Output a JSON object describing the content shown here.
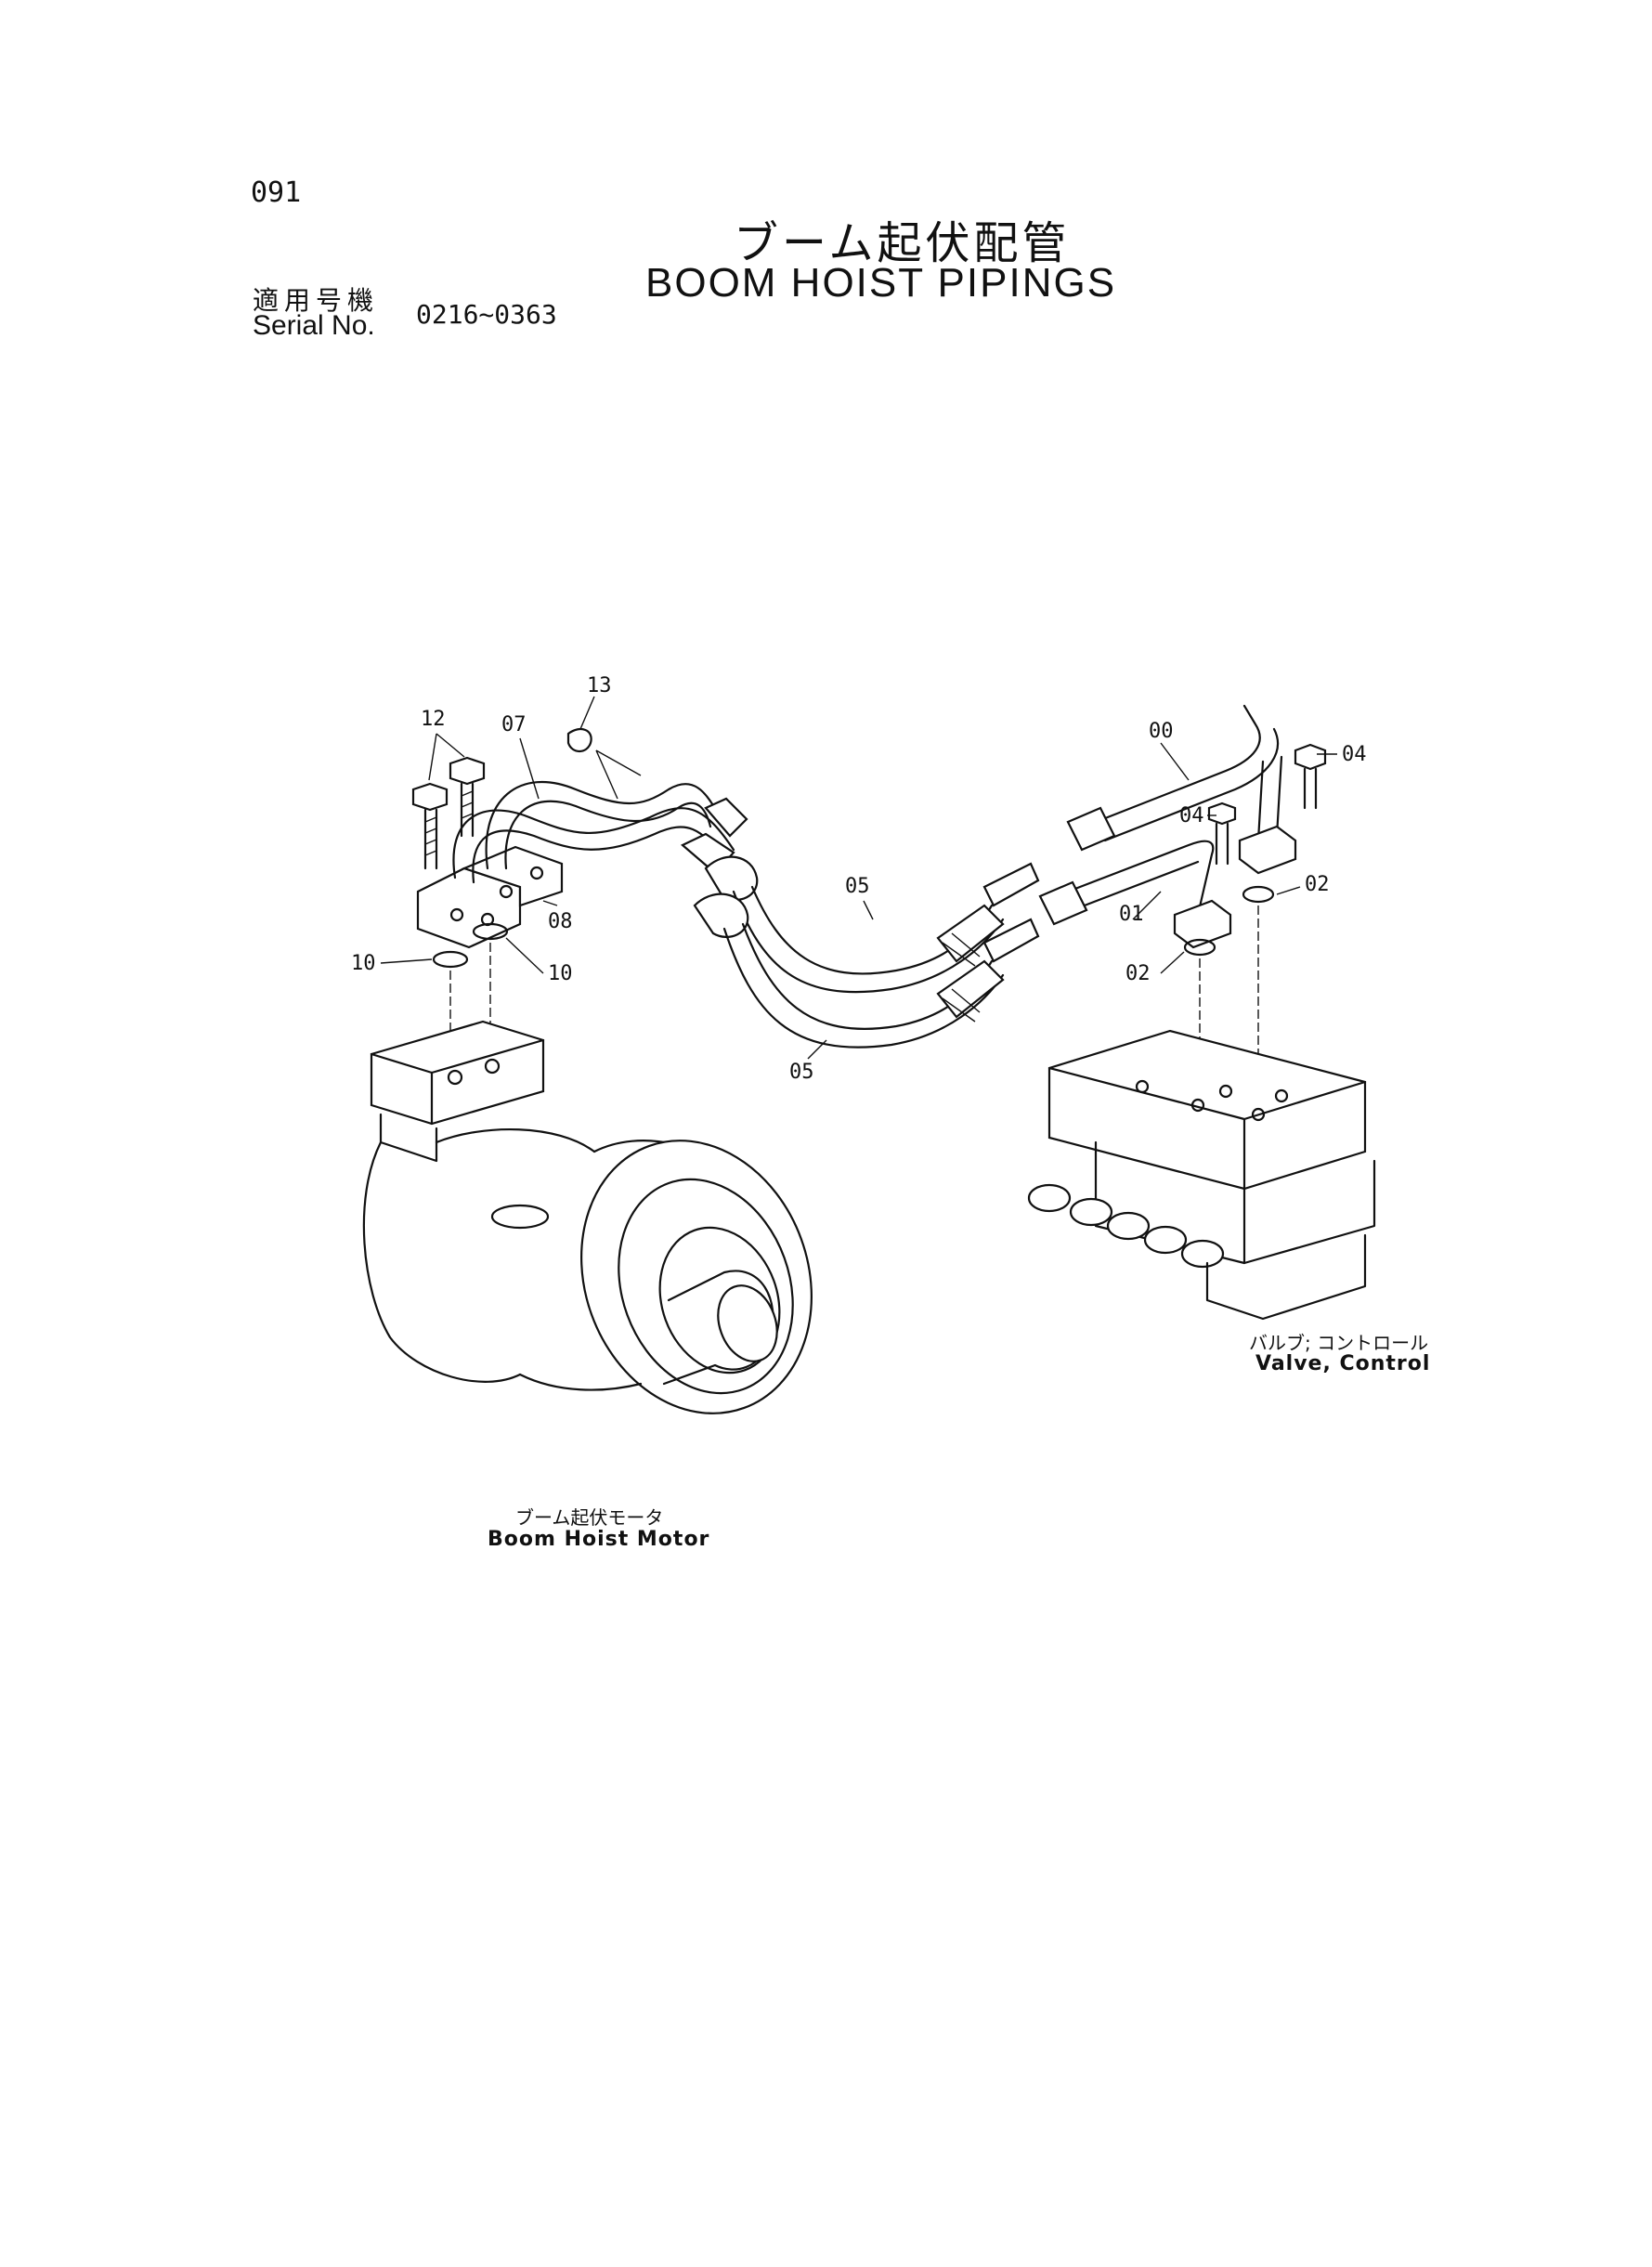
{
  "header": {
    "page_number": "091",
    "title_jp": "ブーム起伏配管",
    "title_en": "BOOM HOIST PIPINGS",
    "serial_label_jp": "適用号機",
    "serial_label_en": "Serial No.",
    "serial_range": "0216~0363"
  },
  "components": {
    "motor_jp": "ブーム起伏モータ",
    "motor_en": "Boom Hoist  Motor",
    "valve_jp": "バルブ; コントロール",
    "valve_en": "Valve, Control"
  },
  "callouts": {
    "c00": "00",
    "c01": "01",
    "c02a": "02",
    "c02b": "02",
    "c04a": "04",
    "c04b": "04",
    "c05a": "05",
    "c05b": "05",
    "c07": "07",
    "c08": "08",
    "c10a": "10",
    "c10b": "10",
    "c12": "12",
    "c13": "13"
  }
}
